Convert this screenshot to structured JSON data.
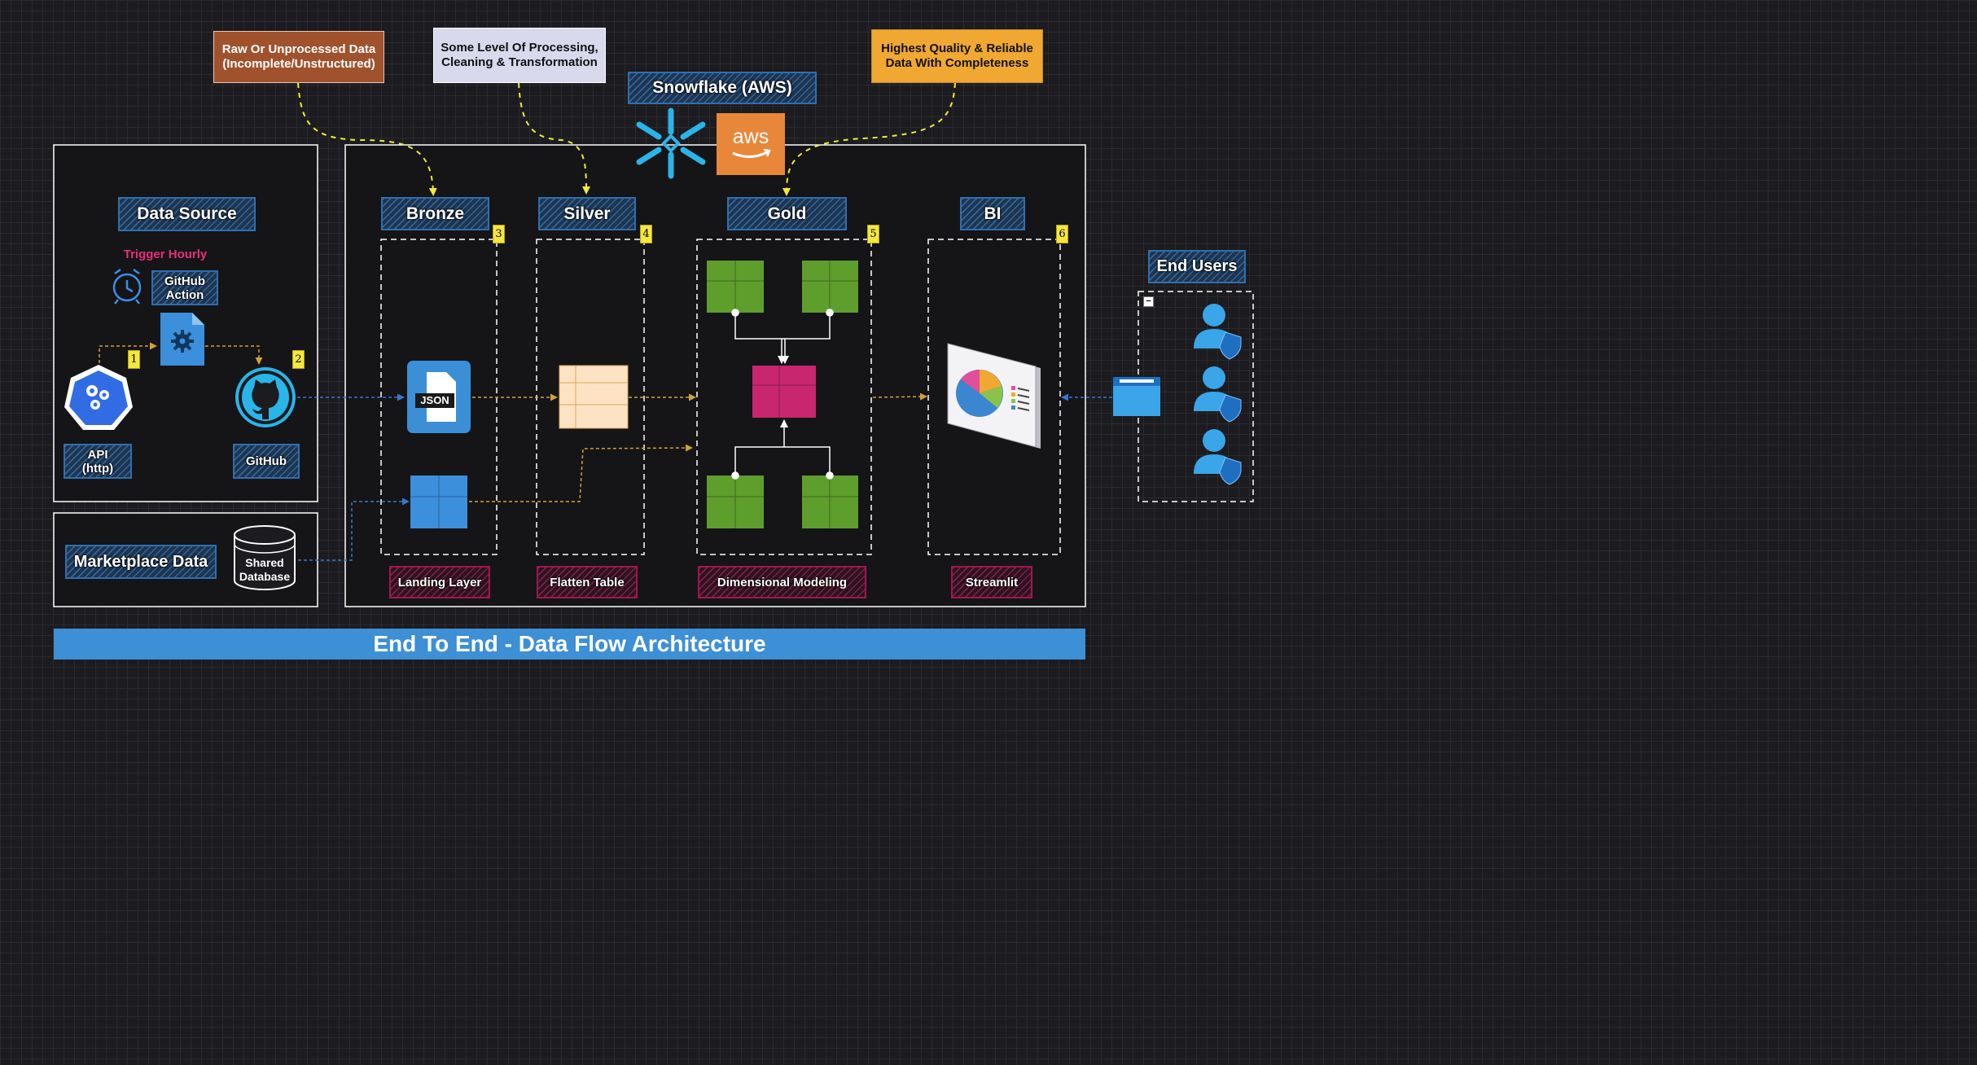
{
  "notes": {
    "raw": "Raw Or Unprocessed Data\n(Incomplete/Unstructured)",
    "processing": "Some Level Of Processing,\nCleaning & Transformation",
    "quality": "Highest Quality & Reliable\nData With Completeness"
  },
  "platform": {
    "title": "Snowflake (AWS)",
    "aws_logo_text": "aws"
  },
  "data_source": {
    "title": "Data Source",
    "trigger": "Trigger Hourly",
    "action": "GitHub\nAction",
    "api": "API\n(http)",
    "github": "GitHub",
    "step1": "1",
    "step2": "2"
  },
  "marketplace": {
    "title": "Marketplace Data",
    "database": "Shared\nDatabase"
  },
  "layers": [
    {
      "title": "Bronze",
      "step": "3",
      "caption": "Landing Layer",
      "file_label": "JSON"
    },
    {
      "title": "Silver",
      "step": "4",
      "caption": "Flatten Table"
    },
    {
      "title": "Gold",
      "step": "5",
      "caption": "Dimensional Modeling"
    },
    {
      "title": "BI",
      "step": "6",
      "caption": "Streamlit"
    }
  ],
  "end_users": {
    "title": "End Users",
    "collapse_symbol": "−"
  },
  "banner": "End To End - Data Flow Architecture",
  "colors": {
    "raw_note": "#a0522d",
    "processing_note": "#d9d9ee",
    "quality_note": "#f0a832",
    "table_green": "#5e9e2c",
    "table_magenta": "#c8266e",
    "table_blue": "#3c8fdb",
    "table_cream": "#fde3c4",
    "banner": "#3d8fd6",
    "snowflake": "#29b5e8",
    "aws": "#e8873a",
    "connector_gold": "#d0a23a",
    "connector_blue": "#3a78c8",
    "annotation_yellow": "#f2ea3a"
  },
  "icons": [
    "snowflake-icon",
    "aws-icon",
    "alarm-clock-icon",
    "config-file-icon",
    "kubernetes-api-icon",
    "github-icon",
    "json-file-icon",
    "database-icon",
    "dashboard-icon",
    "browser-window-icon",
    "user-icon"
  ]
}
